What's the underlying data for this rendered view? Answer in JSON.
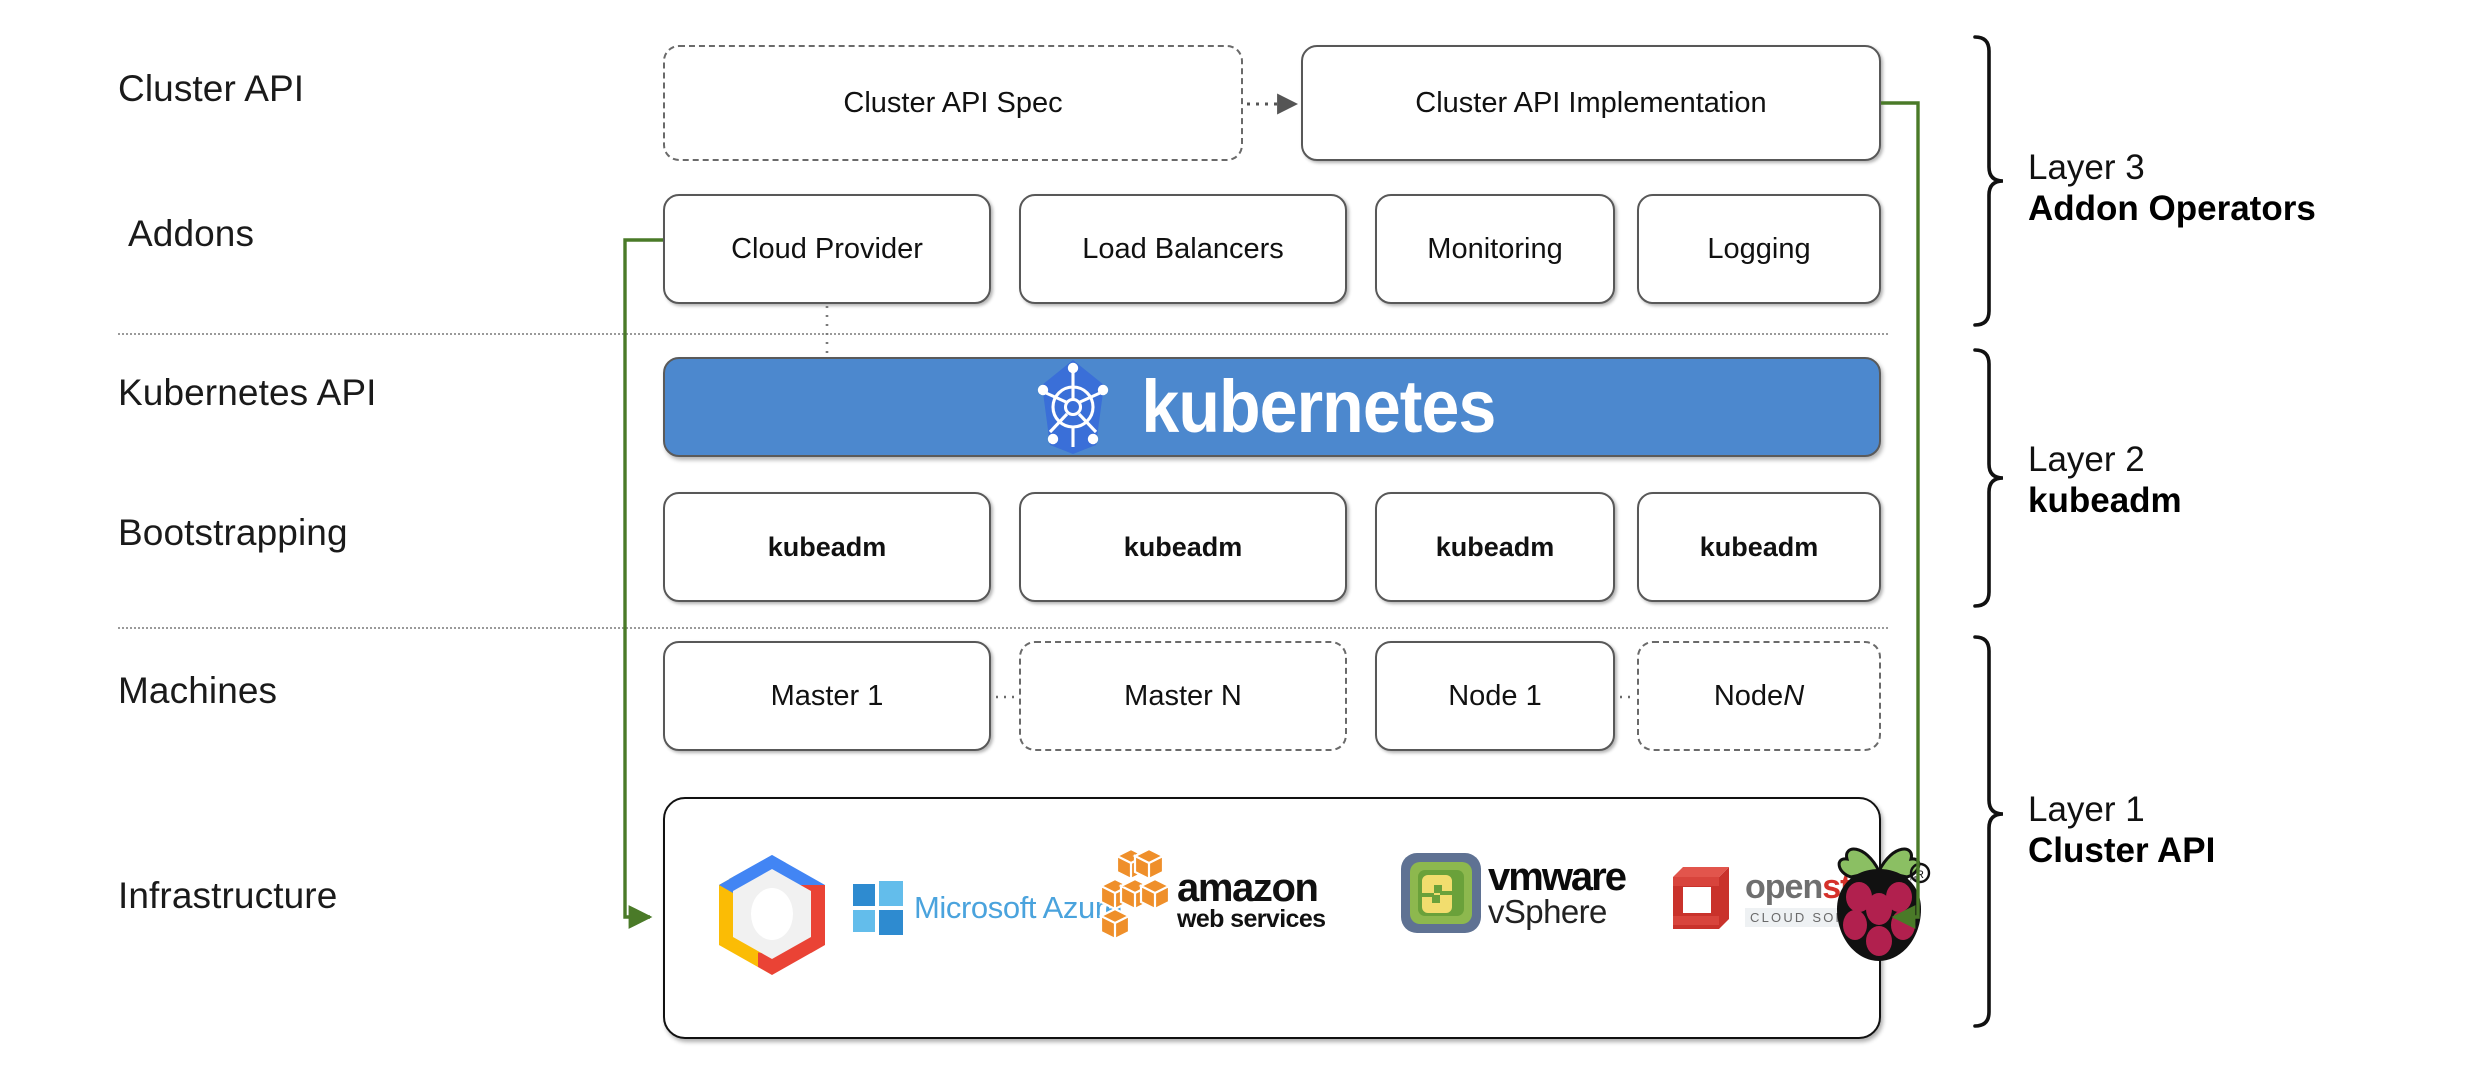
{
  "diagram": {
    "title": "Kubernetes Cluster API layered architecture",
    "accent_green": "#4a7a28",
    "k8s_blue": "#4c88ce",
    "box_border": "#585858"
  },
  "row_labels": [
    {
      "id": "cluster-api",
      "text": "Cluster API"
    },
    {
      "id": "addons",
      "text": "Addons"
    },
    {
      "id": "kubernetes-api",
      "text": "Kubernetes API"
    },
    {
      "id": "bootstrapping",
      "text": "Bootstrapping"
    },
    {
      "id": "machines",
      "text": "Machines"
    },
    {
      "id": "infrastructure",
      "text": "Infrastructure"
    }
  ],
  "cluster_api_row": {
    "spec_box": {
      "label": "Cluster API Spec",
      "style": "dashed"
    },
    "impl_box": {
      "label": "Cluster API Implementation",
      "style": "solid"
    },
    "connector": "dotted-arrow-right"
  },
  "addons_row": {
    "boxes": [
      {
        "label": "Cloud Provider"
      },
      {
        "label": "Load Balancers"
      },
      {
        "label": "Monitoring"
      },
      {
        "label": "Logging"
      }
    ]
  },
  "kubernetes_row": {
    "wordmark": "kubernetes",
    "logo_icon": "kubernetes-helm-icon",
    "background": "#4c88ce"
  },
  "bootstrapping_row": {
    "boxes": [
      {
        "label": "kubeadm"
      },
      {
        "label": "kubeadm"
      },
      {
        "label": "kubeadm"
      },
      {
        "label": "kubeadm"
      }
    ]
  },
  "machines_row": {
    "boxes": [
      {
        "label": "Master 1",
        "style": "solid"
      },
      {
        "label": "Master N",
        "style": "dashed"
      },
      {
        "label": "Node 1",
        "style": "solid"
      },
      {
        "label_prefix": "Node ",
        "label_italic": "N",
        "style": "dashed"
      }
    ]
  },
  "infrastructure_row": {
    "logos": [
      {
        "name": "google-cloud-platform-icon",
        "alt": "Google Cloud Platform"
      },
      {
        "name": "microsoft-azure-icon",
        "alt": "Microsoft Azure",
        "text": "Microsoft Azure"
      },
      {
        "name": "amazon-web-services-icon",
        "alt": "amazon web services",
        "line1": "amazon",
        "line2": "web services"
      },
      {
        "name": "vmware-vsphere-icon",
        "alt": "vmware vSphere",
        "line1": "vmware",
        "line2": "vSphere"
      },
      {
        "name": "openstack-icon",
        "alt": "openstack CLOUD SOFTWARE",
        "line1a": "open",
        "line1b": "stack",
        "line2": "CLOUD SOFTWARE"
      },
      {
        "name": "raspberry-pi-icon",
        "alt": "Raspberry Pi"
      }
    ]
  },
  "layer_labels": [
    {
      "id": "layer-3",
      "line1": "Layer 3",
      "line2": "Addon Operators"
    },
    {
      "id": "layer-2",
      "line1": "Layer 2",
      "line2": "kubeadm"
    },
    {
      "id": "layer-1",
      "line1": "Layer 1",
      "line2": "Cluster API"
    }
  ]
}
